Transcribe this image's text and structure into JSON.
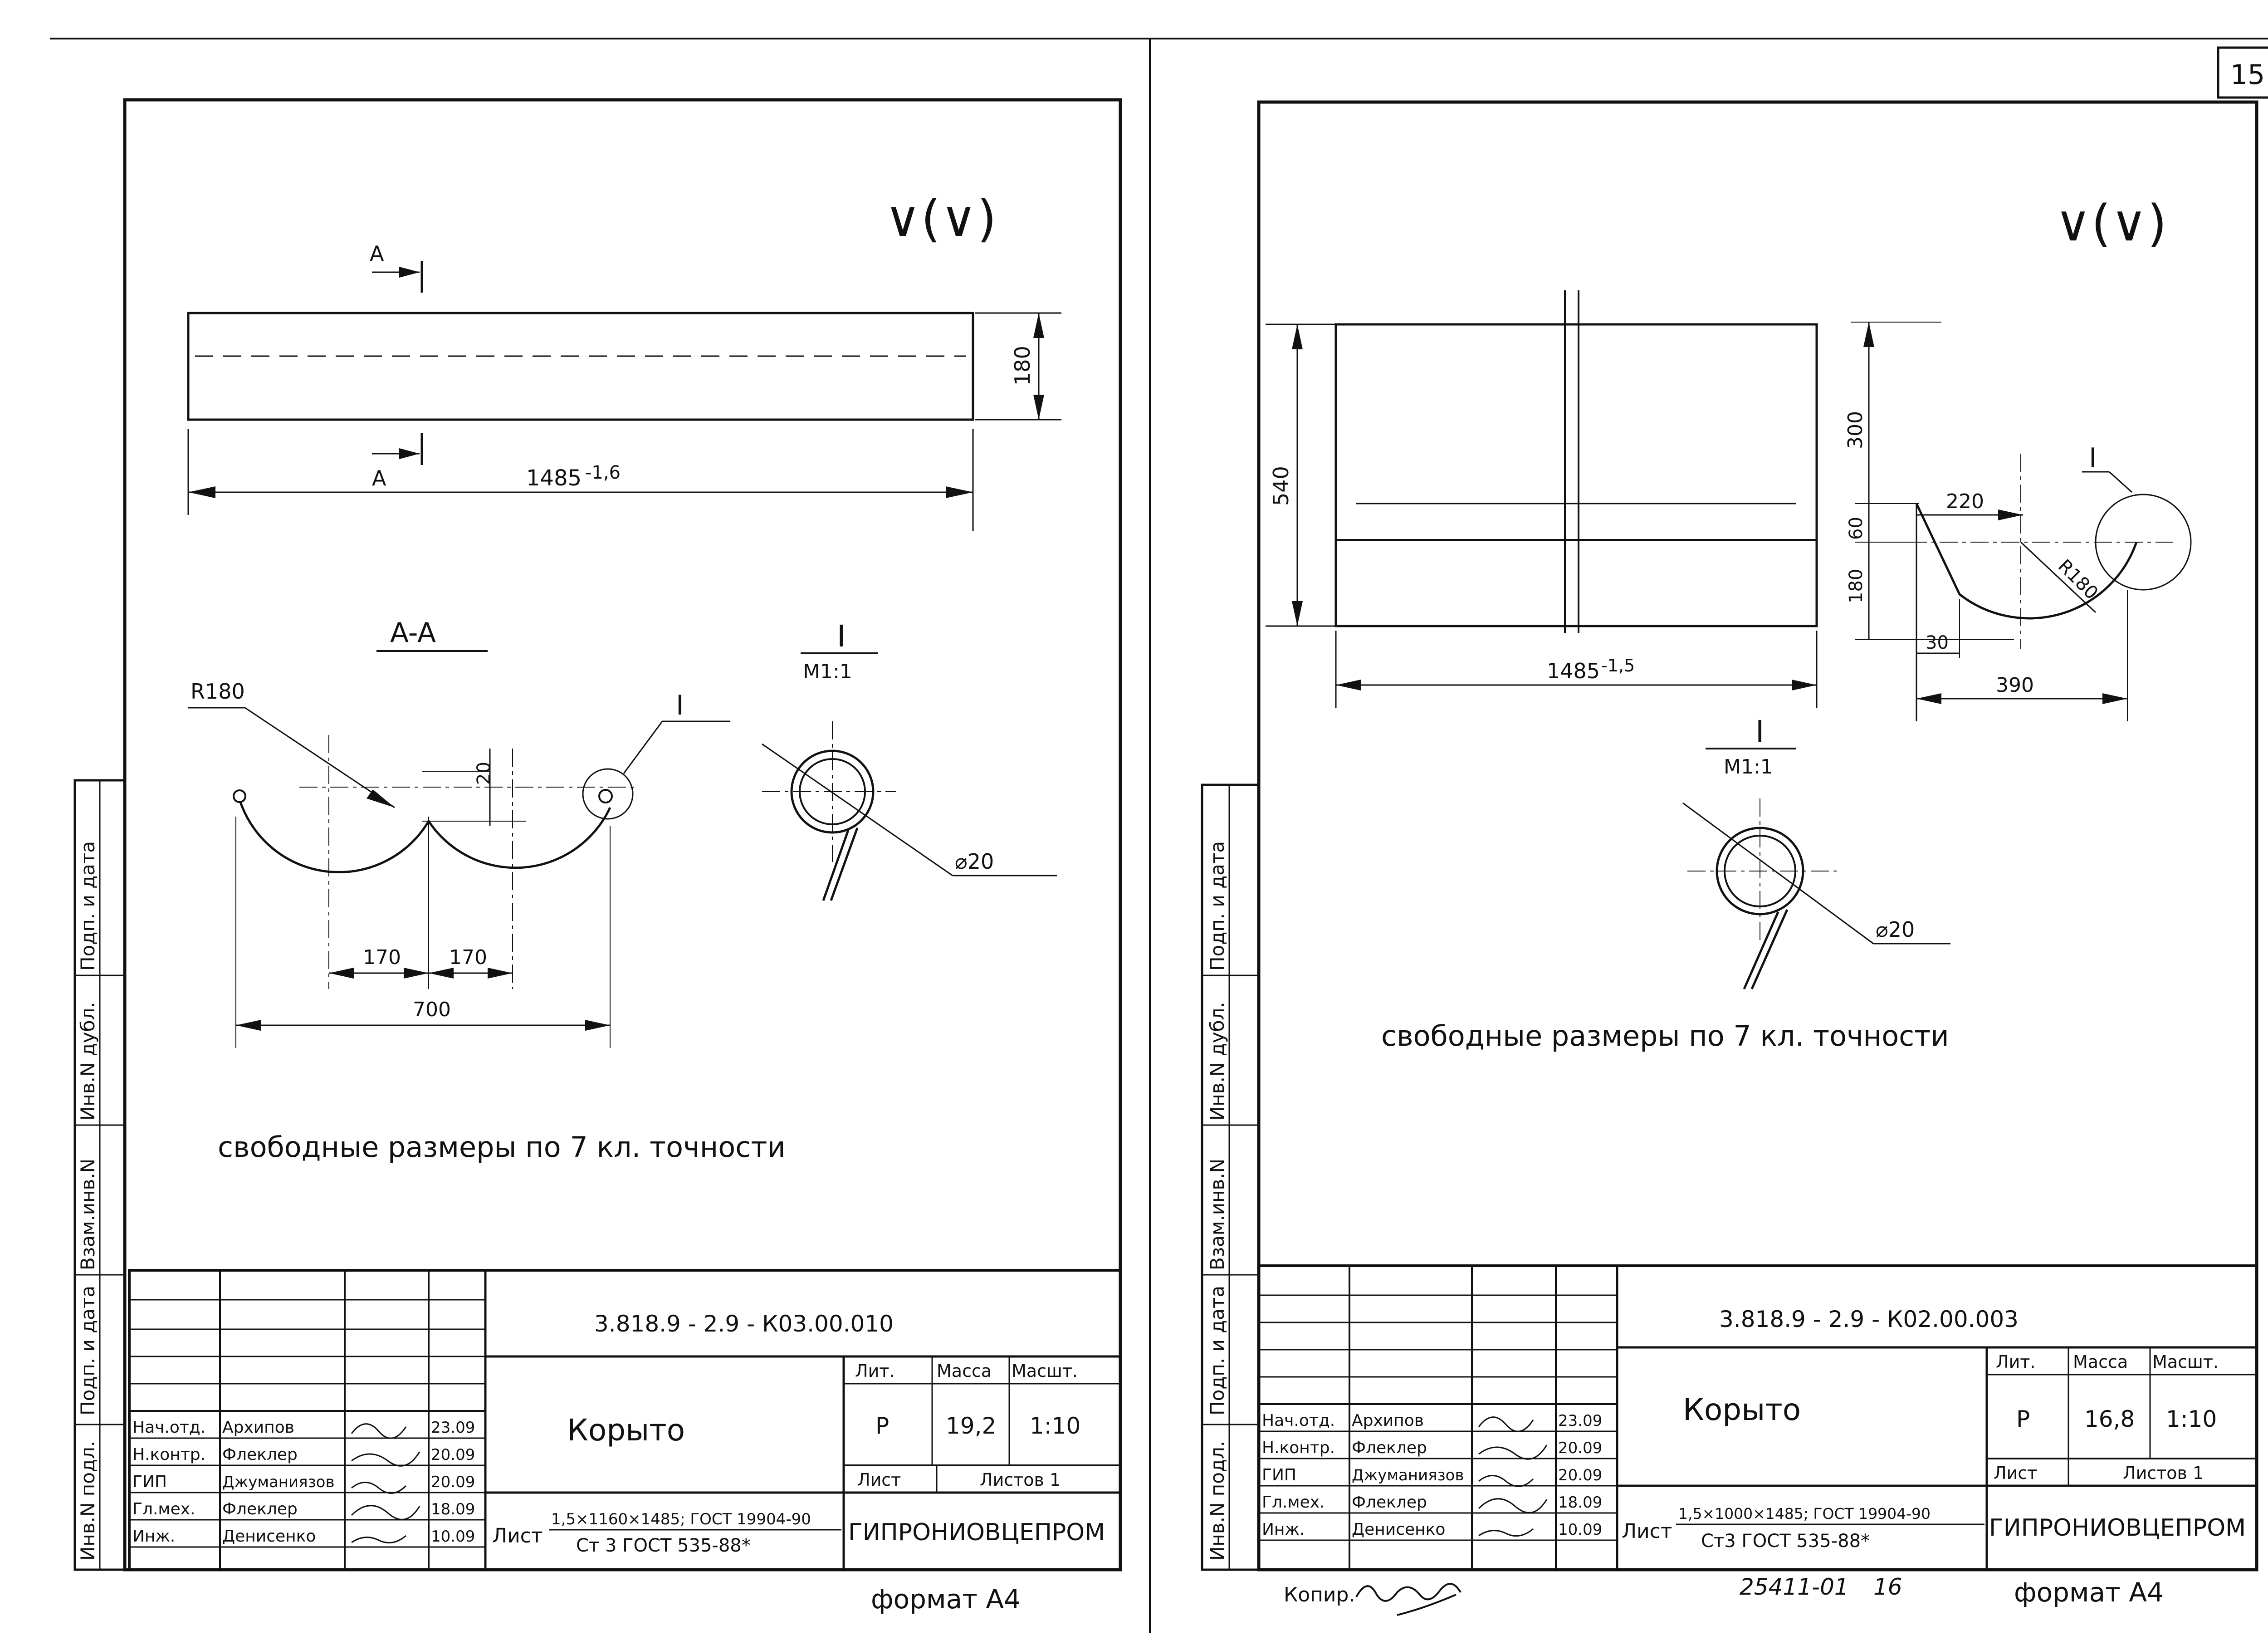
{
  "page_number": "15",
  "left": {
    "roughness": "∨(∨)",
    "section_arrow": "A",
    "length": "1485",
    "length_tol": "-1,6",
    "height": "180",
    "section_title": "A-A",
    "detail_mark": "I",
    "detail_scale": "M1:1",
    "radius": "R180",
    "small_dim": "20",
    "dim_170a": "170",
    "dim_170b": "170",
    "dim_700": "700",
    "diameter": "⌀20",
    "note": "свободные размеры по 7 кл. точности",
    "stamp": {
      "doc_code": "3.818.9 - 2.9 -   К03.00.010",
      "title": "Корыто",
      "lit_header": "Лит.",
      "mass_header": "Масса",
      "scale_header": "Масшт.",
      "lit": "Р",
      "mass": "19,2",
      "scale": "1:10",
      "sheet_label": "Лист",
      "sheets_label": "Листов 1",
      "material_label": "Лист",
      "material_top": "1,5×1160×1485; ГОСТ 19904-90",
      "material_bottom": "Ст 3  ГОСТ 535-88*",
      "org": "ГИПРОНИОВЦЕПРОМ",
      "rows": [
        {
          "role": "Нач.отд.",
          "name": "Архипов",
          "date": "23.09"
        },
        {
          "role": "Н.контр.",
          "name": "Флеклер",
          "date": "20.09"
        },
        {
          "role": "ГИП",
          "name": "Джуманиязов",
          "date": "20.09"
        },
        {
          "role": "Гл.мех.",
          "name": "Флеклер",
          "date": "18.09"
        },
        {
          "role": "Инж.",
          "name": "Денисенко",
          "date": "10.09"
        }
      ]
    },
    "format": "формат А4",
    "side_labels": [
      "Инв.N подл.",
      "Подп. и дата",
      "Взам.инв.N",
      "Инв.N дубл.",
      "Подп. и дата"
    ]
  },
  "right": {
    "roughness": "∨(∨)",
    "width_dim": "540",
    "length": "1485",
    "length_tol": "-1,5",
    "dim_300": "300",
    "dim_220": "220",
    "dim_60": "60",
    "dim_180": "180",
    "radius": "R180",
    "dim_30": "30",
    "dim_390": "390",
    "detail_mark": "I",
    "detail_scale": "M1:1",
    "diameter": "⌀20",
    "note": "свободные размеры по 7 кл. точности",
    "stamp": {
      "doc_code": "3.818.9 - 2.9  -   К02.00.003",
      "title": "Корыто",
      "lit_header": "Лит.",
      "mass_header": "Масса",
      "scale_header": "Масшт.",
      "lit": "Р",
      "mass": "16,8",
      "scale": "1:10",
      "sheet_label": "Лист",
      "sheets_label": "Листов 1",
      "material_label": "Лист",
      "material_top": "1,5×1000×1485; ГОСТ 19904-90",
      "material_bottom": "Ст3  ГОСТ 535-88*",
      "org": "ГИПРОНИОВЦЕПРОМ",
      "rows": [
        {
          "role": "Нач.отд.",
          "name": "Архипов",
          "date": "23.09"
        },
        {
          "role": "Н.контр.",
          "name": "Флеклер",
          "date": "20.09"
        },
        {
          "role": "ГИП",
          "name": "Джуманиязов",
          "date": "20.09"
        },
        {
          "role": "Гл.мех.",
          "name": "Флеклер",
          "date": "18.09"
        },
        {
          "role": "Инж.",
          "name": "Денисенко",
          "date": "10.09"
        }
      ]
    },
    "copied_label": "Копир.",
    "footer_code": "25411-01",
    "footer_num": "16",
    "format": "формат А4",
    "side_labels": [
      "Инв.N подл.",
      "Подп. и дата",
      "Взам.инв.N",
      "Инв.N дубл.",
      "Подп. и дата"
    ]
  }
}
